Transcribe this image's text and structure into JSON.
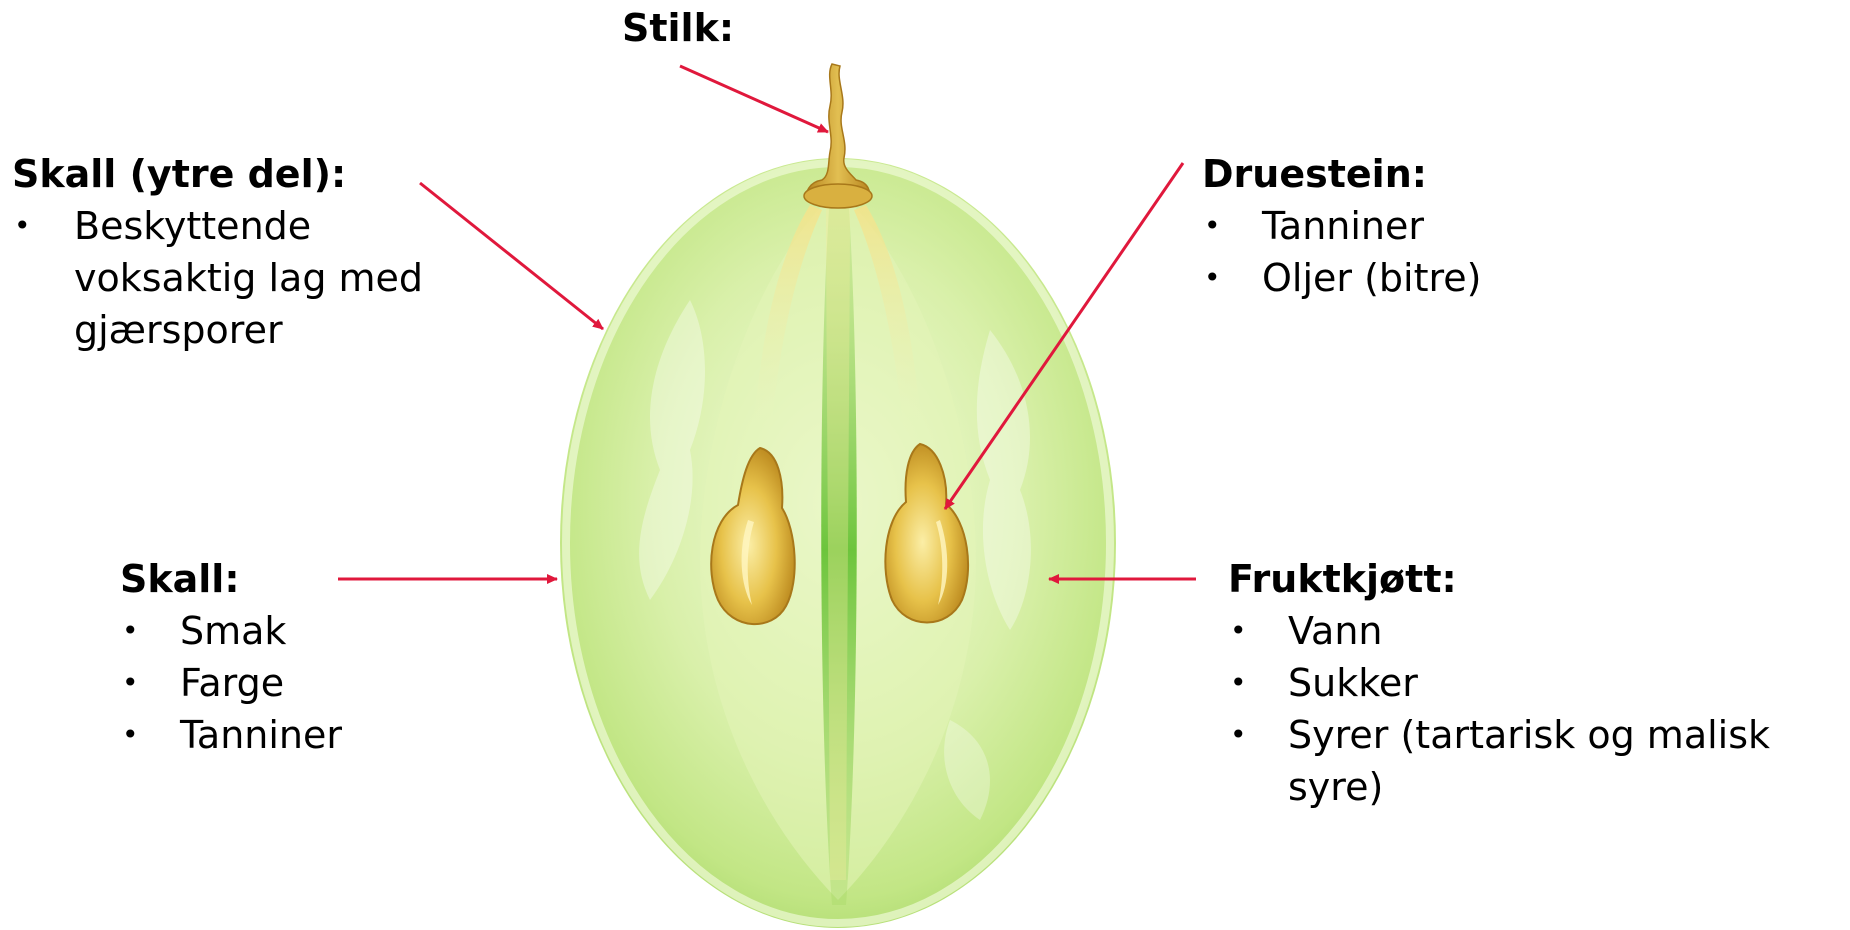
{
  "labels": {
    "stalk": {
      "title": "Stilk:"
    },
    "skin_outer": {
      "title": "Skall (ytre del):",
      "items": [
        "Beskyttende voksaktig lag med gjærsporer"
      ]
    },
    "seed": {
      "title": "Druestein:",
      "items": [
        "Tanniner",
        "Oljer (bitre)"
      ]
    },
    "skin": {
      "title": "Skall:",
      "items": [
        "Smak",
        "Farge",
        "Tanniner"
      ]
    },
    "pulp": {
      "title": "Fruktkjøtt:",
      "items": [
        "Vann",
        "Sukker",
        "Syrer (tartarisk og malisk syre)"
      ]
    }
  },
  "colors": {
    "arrow": "#e0183c",
    "grape_light": "#eef8d0",
    "grape_mid": "#c8ea8e",
    "grape_edge": "#a9d86a",
    "center_stripe": "#6cc13a",
    "seed": "#d4a92a",
    "seed_highlight": "#f7e79a",
    "stem": "#c99a2c"
  }
}
